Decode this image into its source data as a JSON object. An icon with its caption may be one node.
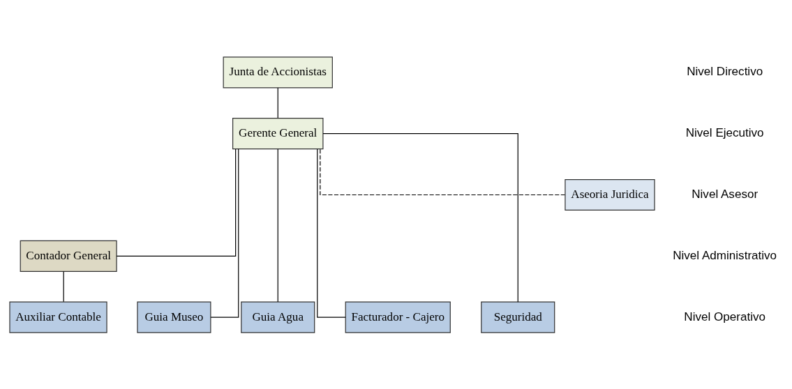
{
  "diagram": {
    "nodes": [
      {
        "text": [
          "Junta de Accionistas"
        ]
      },
      {
        "text": [
          "Gerente General"
        ]
      },
      {
        "text": [
          "Aseoria Juridica"
        ]
      },
      {
        "text": [
          "Contador General"
        ]
      },
      {
        "text": [
          "Auxiliar Contable"
        ]
      },
      {
        "text": [
          "Guia Museo"
        ]
      },
      {
        "text": [
          "Guia Agua"
        ]
      },
      {
        "text": [
          "Facturador - Cajero"
        ]
      },
      {
        "text": [
          "Seguridad"
        ]
      }
    ],
    "edges": [
      {
        "from": 0,
        "to": 1,
        "arrow": "none"
      },
      {
        "from": 2,
        "to": 1,
        "arrow": "none",
        "style": "dashed"
      },
      {
        "from": 1,
        "to": 3,
        "arrow": "none"
      },
      {
        "from": 1,
        "to": 5,
        "arrow": "none"
      },
      {
        "from": 1,
        "to": 6,
        "arrow": "none"
      },
      {
        "from": 1,
        "to": 7,
        "arrow": "none"
      },
      {
        "from": 1,
        "to": 8,
        "arrow": "none"
      },
      {
        "from": 3,
        "to": 4,
        "arrow": "none"
      }
    ],
    "labels": [
      "Nivel Directivo",
      "Nivel Ejecutivo",
      "Nivel Asesor",
      "Nivel Administrativo",
      "Nivel Operativo"
    ]
  }
}
